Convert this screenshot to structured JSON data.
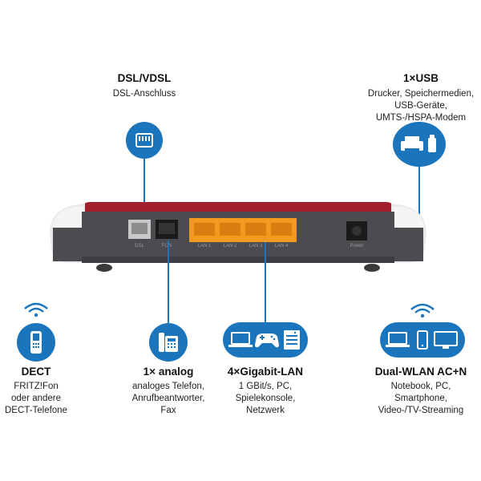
{
  "callouts": {
    "dsl": {
      "title": "DSL/VDSL",
      "desc": [
        "DSL-Anschluss"
      ]
    },
    "usb": {
      "title": "1×USB",
      "desc": [
        "Drucker, Speichermedien,",
        "USB-Geräte,",
        "UMTS-/HSPA-Modem"
      ]
    },
    "dect": {
      "title": "DECT",
      "desc": [
        "FRITZ!Fon",
        "oder andere",
        "DECT-Telefone"
      ]
    },
    "analog": {
      "title": "1× analog",
      "desc": [
        "analoges Telefon,",
        "Anrufbeantworter,",
        "Fax"
      ]
    },
    "lan": {
      "title": "4×Gigabit-LAN",
      "desc": [
        "1 GBit/s, PC,",
        "Spielekonsole,",
        "Netzwerk"
      ]
    },
    "wlan": {
      "title": "Dual-WLAN AC+N",
      "desc": [
        "Notebook, PC,",
        "Smartphone,",
        "Video-/TV-Streaming"
      ]
    }
  },
  "port_labels": [
    "DSL",
    "FON",
    "LAN 1",
    "LAN 2",
    "LAN 3",
    "LAN 4",
    "Power"
  ],
  "icons": {
    "dsl": "dsl-port-icon",
    "usb": "printer-usb-icon",
    "dect": "dect-phone-icon",
    "analog": "analog-phone-icon",
    "lan": [
      "laptop-icon",
      "gamepad-icon",
      "server-icon"
    ],
    "wlan": [
      "laptop-icon",
      "smartphone-icon",
      "monitor-icon"
    ]
  },
  "colors": {
    "accent_blue": "#1b75bc",
    "router_red": "#a31f2d",
    "router_body": "#4a4c50",
    "lan_orange": "#f29a1f"
  }
}
